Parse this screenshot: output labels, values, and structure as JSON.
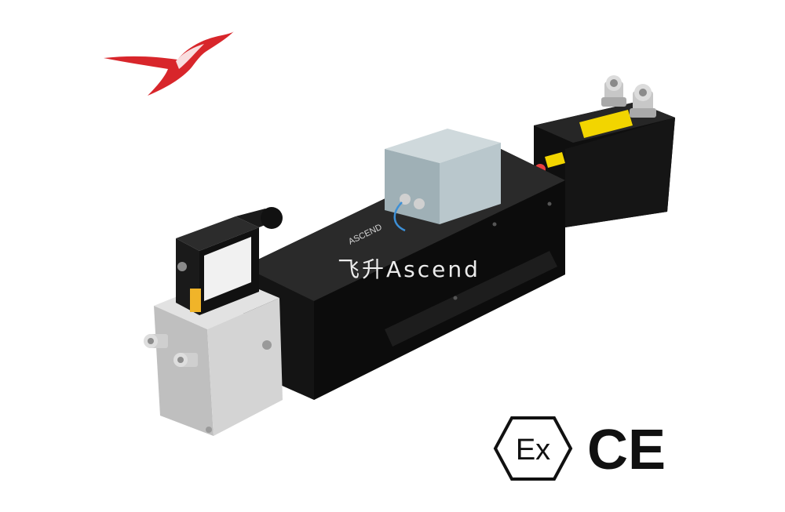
{
  "watermark": {
    "text": "飞升Ascend"
  },
  "device_label": {
    "text": "ASCEND"
  },
  "certifications": {
    "ex": "Ex",
    "ce": "CE"
  },
  "colors": {
    "brand_red": "#d8262b",
    "body_black": "#141414",
    "steel": "#c9c9c9",
    "junction_box": "#b9c7cc",
    "warning_yellow": "#f2d500"
  },
  "icons": [
    "bird-logo-icon",
    "ex-certification-icon",
    "ce-certification-icon"
  ]
}
